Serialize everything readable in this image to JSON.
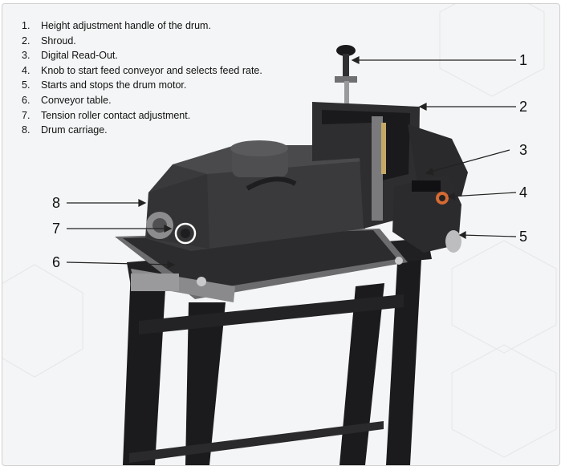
{
  "parts": [
    {
      "num": "1.",
      "text": "Height adjustment handle of the drum."
    },
    {
      "num": "2.",
      "text": "Shroud."
    },
    {
      "num": "3.",
      "text": "Digital Read-Out."
    },
    {
      "num": "4.",
      "text": "Knob to start feed conveyor and selects feed rate."
    },
    {
      "num": "5.",
      "text": "Starts and stops the drum motor."
    },
    {
      "num": "6.",
      "text": "Conveyor table."
    },
    {
      "num": "7.",
      "text": "Tension roller contact adjustment."
    },
    {
      "num": "8.",
      "text": "Drum carriage."
    }
  ],
  "callouts": {
    "c1": "1",
    "c2": "2",
    "c3": "3",
    "c4": "4",
    "c5": "5",
    "c6": "6",
    "c7": "7",
    "c8": "8"
  },
  "colors": {
    "machine_body": "#3a3a3c",
    "stand": "#1b1b1d",
    "background": "#f4f5f6"
  }
}
